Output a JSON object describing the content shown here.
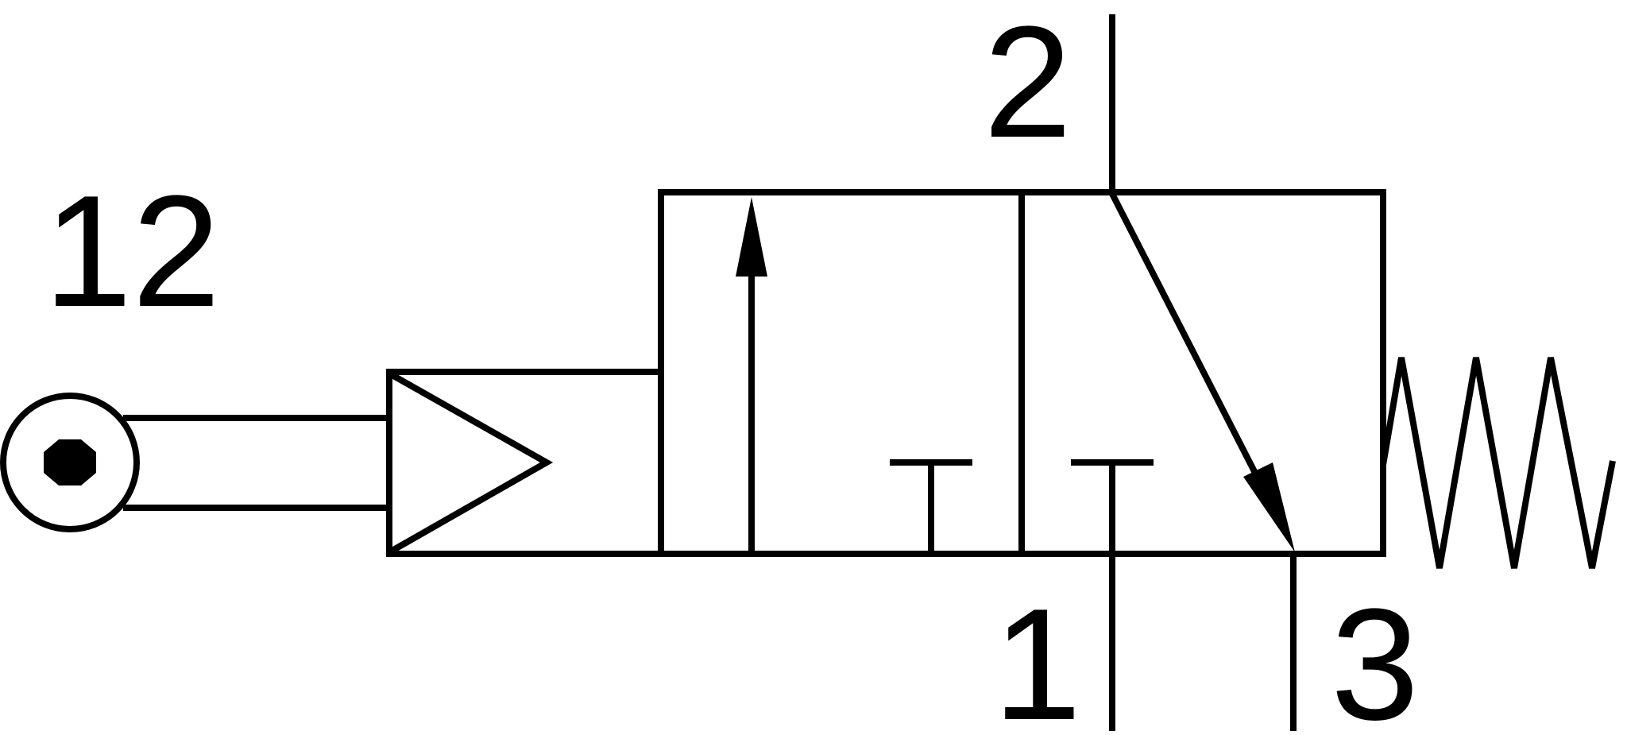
{
  "symbol": {
    "ports": {
      "pilot": "12",
      "outlet": "2",
      "supply": "1",
      "exhaust": "3"
    },
    "colors": {
      "line": "#000000",
      "background": "#ffffff"
    }
  }
}
